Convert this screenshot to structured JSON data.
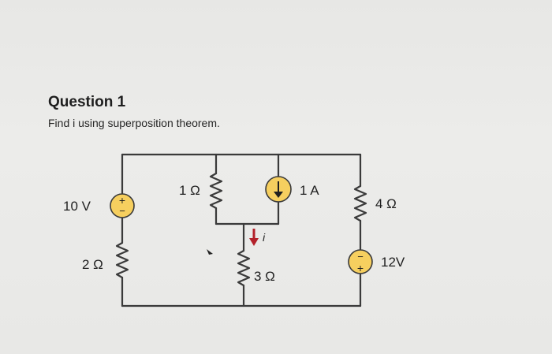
{
  "question": {
    "title": "Question 1",
    "prompt": "Find i using superposition theorem."
  },
  "circuit": {
    "voltage_source_left": {
      "label": "10 V",
      "polarity_top": "+",
      "polarity_bottom": "−"
    },
    "resistor_left": {
      "label": "2 Ω"
    },
    "resistor_top_mid": {
      "label": "1 Ω"
    },
    "current_source": {
      "label": "1 A",
      "direction": "down"
    },
    "current_label": {
      "label": "i"
    },
    "resistor_center": {
      "label": "3 Ω"
    },
    "resistor_right": {
      "label": "4 Ω"
    },
    "voltage_source_right": {
      "label": "12V",
      "polarity_top": "−",
      "polarity_bottom": "+"
    }
  },
  "colors": {
    "wire": "#3a3a3a",
    "source_fill": "#f6cf5f",
    "arrow": "#b3212a"
  }
}
